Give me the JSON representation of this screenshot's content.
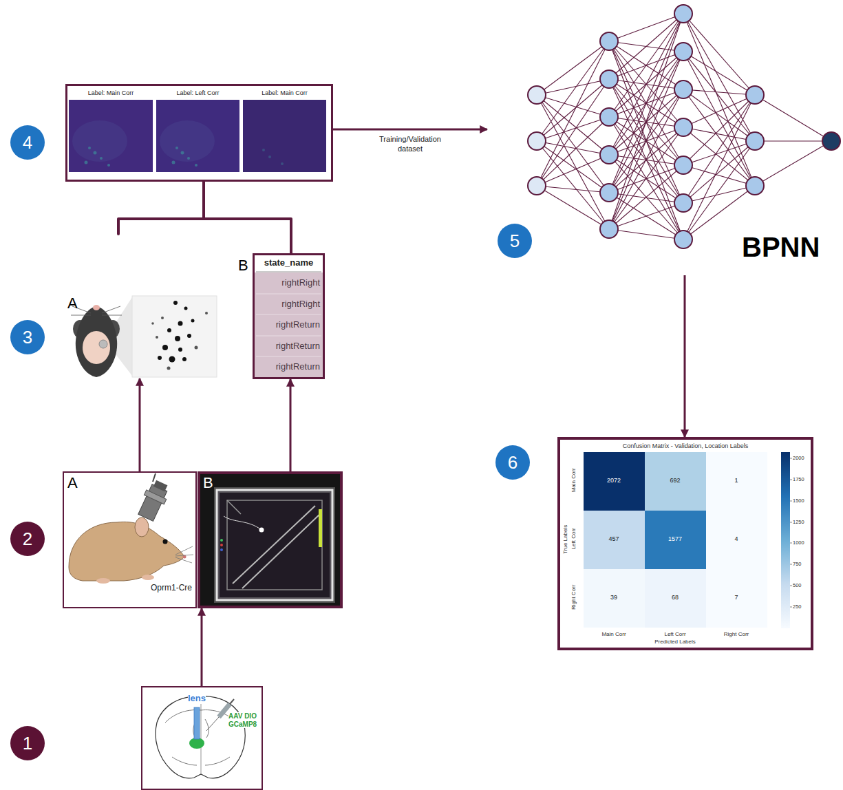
{
  "diagram": {
    "nodes": [
      {
        "text": [
          "4"
        ]
      },
      {
        "text": [
          "Label: Main Corr",
          "Label: Left Corr",
          "Label: Main Corr"
        ]
      },
      {
        "text": [
          "BPNN"
        ]
      },
      {
        "text": [
          "5"
        ]
      },
      {
        "text": [
          "3"
        ]
      },
      {
        "text": [
          "A"
        ]
      },
      {
        "text": [
          "B",
          "state_name",
          "rightRight",
          "rightRight",
          "rightReturn",
          "rightReturn",
          "rightReturn"
        ]
      },
      {
        "text": [
          "6"
        ]
      },
      {
        "text": [
          "Confusion Matrix - Validation, Location Labels",
          "Main Corr",
          "Left Corr",
          "Right Corr",
          "True Labels",
          "2072",
          "692",
          "1",
          "457",
          "1577",
          "4",
          "39",
          "68",
          "7",
          "Main Corr",
          "Left Corr",
          "Right Corr",
          "Predicted Labels",
          "2000",
          "1750",
          "1500",
          "1250",
          "1000",
          "750",
          "500",
          "250"
        ]
      },
      {
        "text": [
          "2"
        ]
      },
      {
        "text": [
          "A",
          "Oprm1-Cre"
        ]
      },
      {
        "text": [
          "B"
        ]
      },
      {
        "text": [
          "1"
        ]
      },
      {
        "text": [
          "lens",
          "AAV DIO GCaMP8"
        ]
      }
    ],
    "edges": [
      {
        "from": 13,
        "to": 11,
        "arrow": "to"
      },
      {
        "from": 10,
        "to": 5,
        "arrow": "to"
      },
      {
        "from": 11,
        "to": 6,
        "arrow": "to"
      },
      {
        "from": 5,
        "to": 1,
        "arrow": "none"
      },
      {
        "from": 6,
        "to": 1,
        "arrow": "none"
      },
      {
        "from": 1,
        "to": 2,
        "arrow": "to",
        "label": "Training/Validation dataset"
      },
      {
        "from": 2,
        "to": 8,
        "arrow": "to"
      }
    ]
  }
}
